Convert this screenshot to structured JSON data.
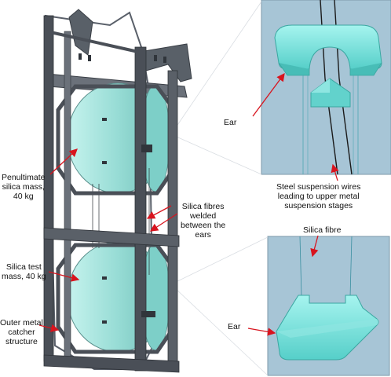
{
  "labels": {
    "ear_top": "Ear",
    "steel_wires_1": "Steel suspension wires",
    "steel_wires_2": "leading to upper metal",
    "steel_wires_3": "suspension stages",
    "silica_fibre": "Silica fibre",
    "ear_bottom": "Ear",
    "penultimate_1": "Penultimate",
    "penultimate_2": "silica mass,",
    "penultimate_3": "40 kg",
    "fibres_welded_1": "Silica fibres",
    "fibres_welded_2": "welded",
    "fibres_welded_3": "between the",
    "fibres_welded_4": "ears",
    "test_mass_1": "Silica test",
    "test_mass_2": "mass, 40 kg",
    "catcher_1": "Outer metal",
    "catcher_2": "catcher",
    "catcher_3": "structure"
  },
  "colors": {
    "frame_metal": "#4a4f57",
    "frame_metal_light": "#7a808a",
    "silica": "#8fd6d0",
    "silica_light": "#bff0ec",
    "inset_bg": "#a8c6d8",
    "ear_color": "#6fe0da",
    "arrow": "#d8141e"
  }
}
